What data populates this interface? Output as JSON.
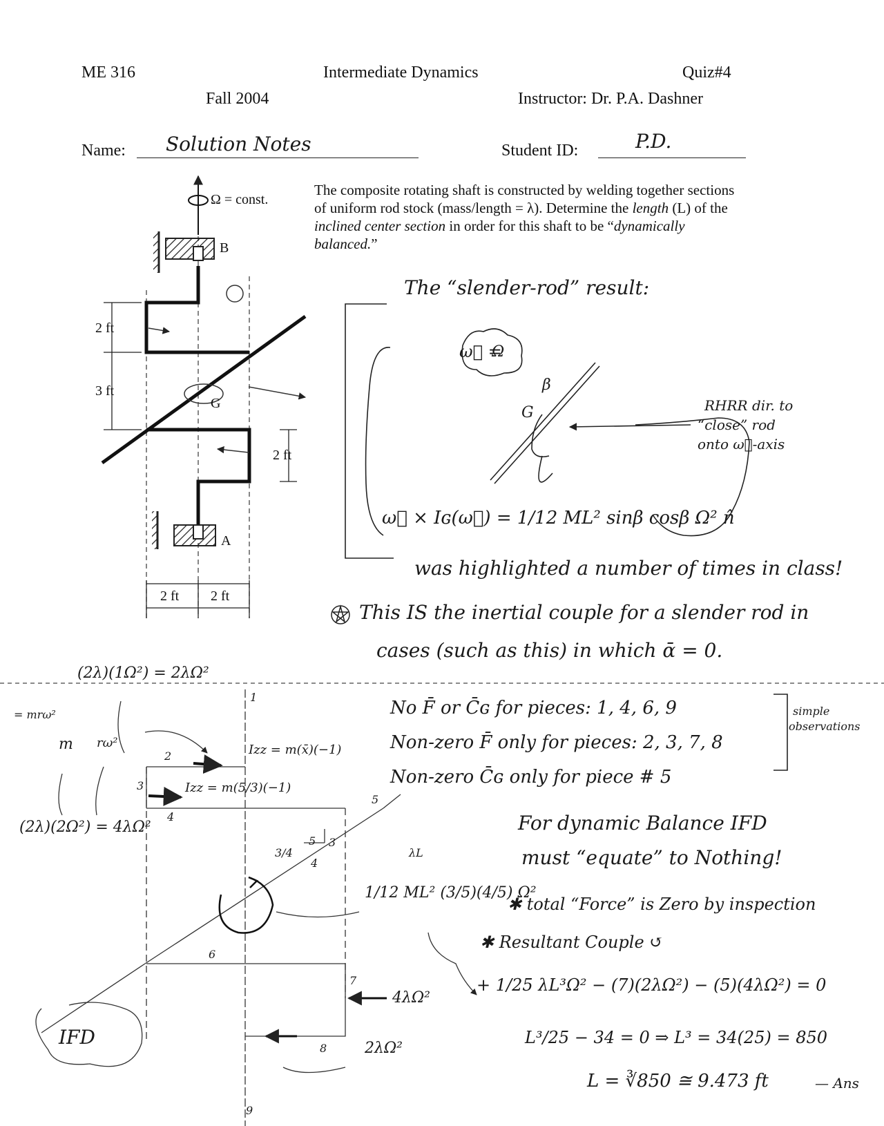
{
  "header": {
    "course": "ME 316",
    "title": "Intermediate Dynamics",
    "quiz": "Quiz#4",
    "term": "Fall 2004",
    "instructor": "Instructor: Dr. P.A. Dashner",
    "name_label": "Name:",
    "name_value": "Solution Notes",
    "id_label": "Student ID:",
    "id_value": "P.D."
  },
  "problem": {
    "text_1": "The composite rotating shaft is constructed by welding together sections of uniform rod stock (mass/length = λ).  Determine the ",
    "text_2": "length",
    "text_3": " (L) of the ",
    "text_4": "inclined center section",
    "text_5": " in order for this shaft to be “",
    "text_6": "dynamically balanced.",
    "text_7": "”"
  },
  "figure": {
    "omega_label": "Ω = const.",
    "point_b": "B",
    "point_a": "A",
    "point_g": "G",
    "dim_2ft_top": "2 ft",
    "dim_3ft": "3 ft",
    "dim_2ft_right": "2 ft",
    "dim_2ft_bottom_left": "2 ft",
    "dim_2ft_bottom_right": "2 ft"
  },
  "notes": {
    "slender_rod": "The “slender-rod” result:",
    "omega_vec": "ω⃗ =",
    "omega_bubble": "Ω",
    "beta": "β",
    "g_label": "G",
    "rhrr": "RHRR dir. to",
    "close_rod": "“close” rod",
    "onto_axis": "onto ω⃗-axis",
    "couple_eq": "ω⃗ × Iɢ(ω⃗) = 1/12 ML² sinβ cosβ Ω² n̂",
    "highlighted": "was highlighted a number of times in class!",
    "this_is": "This IS the inertial couple for a slender rod in",
    "cases": "cases (such as this) in which ᾱ = 0."
  },
  "ifd": {
    "top_force": "(2λ)(1Ω²) = 2λΩ²",
    "mrw": "= mrω²",
    "m_label": "m",
    "rw_label": "rω²",
    "left_force": "(2λ)(2Ω²) = 4λΩ²",
    "izz_top": "Izz = m(x̄)(−1)",
    "izz_mid": "Izz = m(5/3)(−1)",
    "slope_34": "3/4",
    "slope_3": "3",
    "slope_4": "4",
    "slope_5": "5",
    "lambda_l": "λL",
    "couple_label": "1/12 ML² (3/5)(4/5) Ω²",
    "force_7": "4λΩ²",
    "force_8": "2λΩ²",
    "ifd_label": "IFD",
    "pieces": [
      "1",
      "2",
      "3",
      "4",
      "5",
      "6",
      "7",
      "8",
      "9"
    ]
  },
  "observations": {
    "obs1": "No F̄ or C̄ɢ for pieces: 1, 4, 6, 9",
    "obs2": "Non-zero F̄ only for pieces: 2, 3, 7, 8",
    "obs3": "Non-zero C̄ɢ only for piece # 5",
    "simple": "simple",
    "observations": "observations",
    "balance_1": "For dynamic Balance IFD",
    "balance_2": "must “equate” to Nothing!",
    "total_force": "✱ total “Force” is Zero by inspection",
    "resultant": "✱ Resultant Couple ↺",
    "eq1": "+ 1/25 λL³Ω² − (7)(2λΩ²) − (5)(4λΩ²) = 0",
    "eq2": "L³/25 − 34 = 0  ⇒  L³ = 34(25) = 850",
    "eq3": "L = ∛850 ≅ 9.473 ft",
    "ans": "— Ans"
  }
}
